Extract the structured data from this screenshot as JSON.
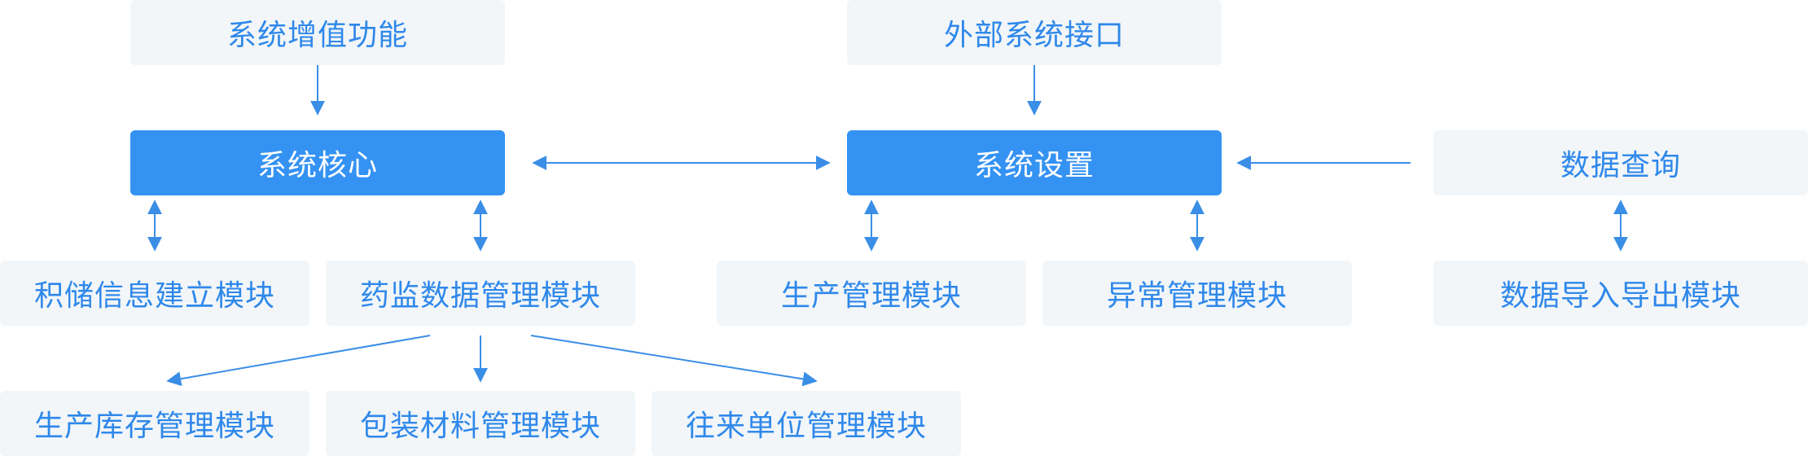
{
  "colors": {
    "node_light_bg": "#f2f6f9",
    "node_light_text": "#2f88ea",
    "node_primary_bg": "#3492f3",
    "node_primary_text": "#ffffff",
    "connector": "#3a8ee6"
  },
  "nodes": {
    "value_added": "系统增值功能",
    "external_interface": "外部系统接口",
    "core": "系统核心",
    "settings": "系统设置",
    "data_query": "数据查询",
    "points_info": "积储信息建立模块",
    "drug_supervision": "药监数据管理模块",
    "production_mgmt": "生产管理模块",
    "exception_mgmt": "异常管理模块",
    "import_export": "数据导入导出模块",
    "production_inventory": "生产库存管理模块",
    "packaging_material": "包装材料管理模块",
    "partner_unit": "往来单位管理模块"
  }
}
